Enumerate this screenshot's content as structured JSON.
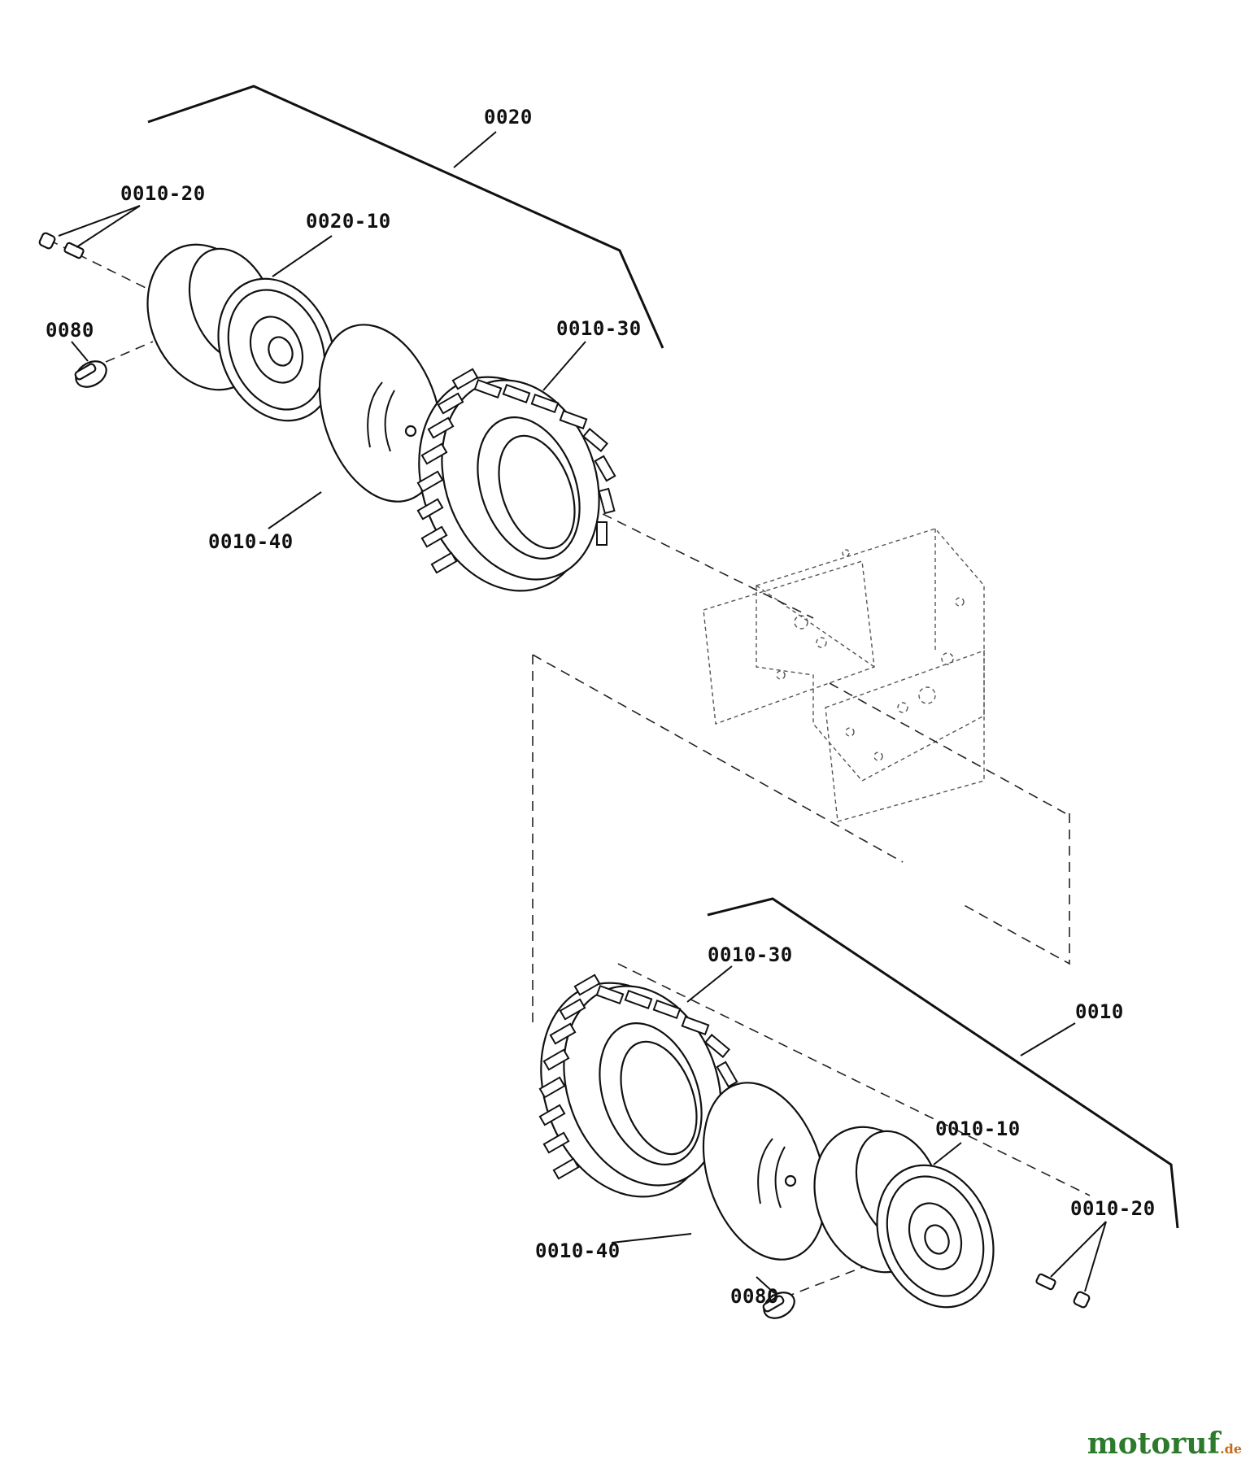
{
  "labels": {
    "top_assembly": "0020",
    "top_valve_cap": "0010-20",
    "top_rim": "0020-10",
    "top_pin": "0080",
    "top_tire": "0010-30",
    "top_spacer": "0010-40",
    "bottom_tire": "0010-30",
    "bottom_assembly": "0010",
    "bottom_rim": "0010-10",
    "bottom_valve_cap": "0010-20",
    "bottom_spacer": "0010-40",
    "bottom_pin": "0080"
  },
  "watermark": {
    "brand": "motoruf",
    "suffix": ".de"
  },
  "colors": {
    "line": "#111111",
    "brand": "#2d7a2d",
    "brand_suffix": "#c46a1a"
  }
}
